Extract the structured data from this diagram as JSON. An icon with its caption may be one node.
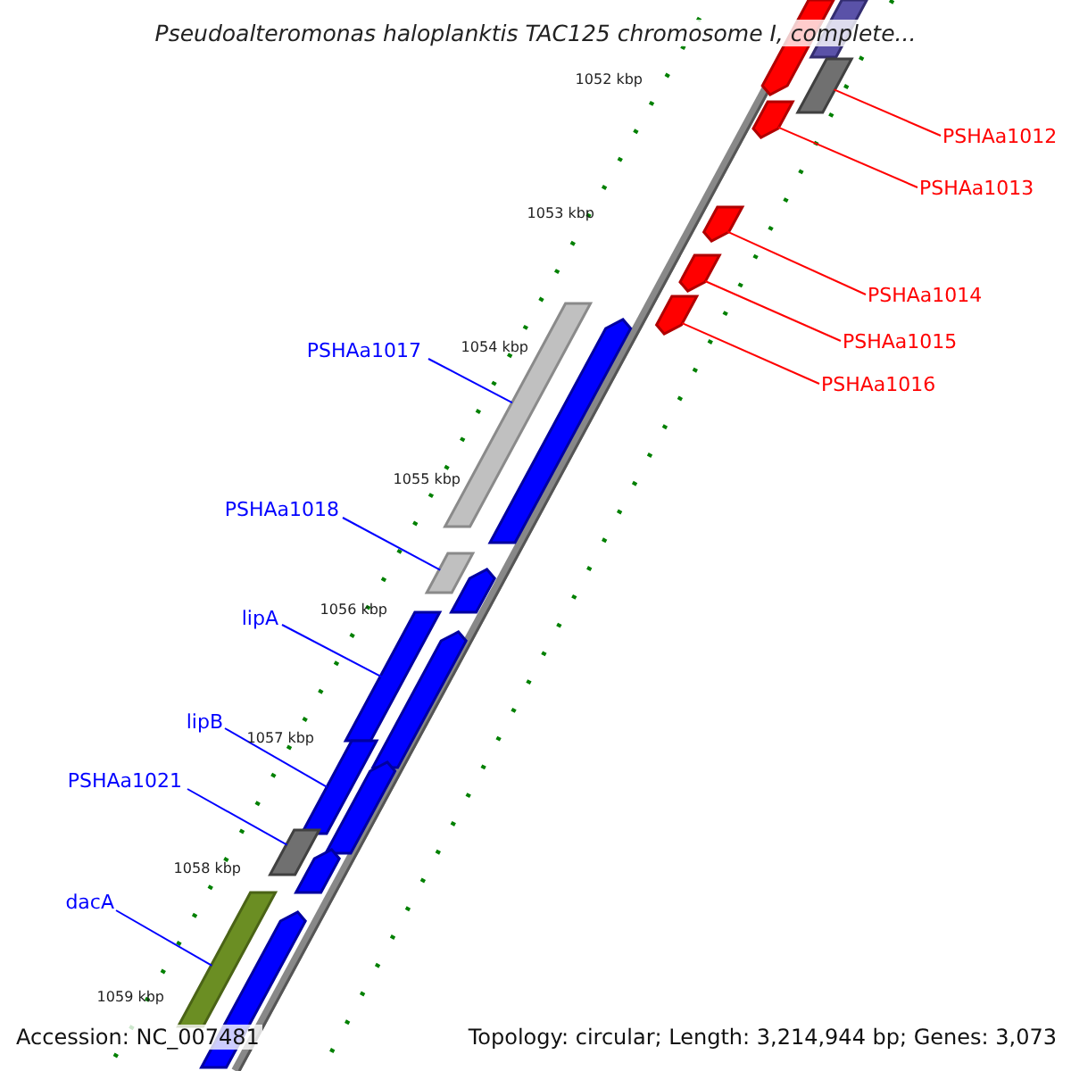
{
  "diagram": {
    "title": "Pseudoalteromonas haloplanktis TAC125 chromosome I, complete...",
    "nodes": [
      {
        "text": [
          "PSHAa1012"
        ]
      },
      {
        "text": [
          "PSHAa1013"
        ]
      },
      {
        "text": [
          "PSHAa1014"
        ]
      },
      {
        "text": [
          "PSHAa1015"
        ]
      },
      {
        "text": [
          "PSHAa1017"
        ]
      },
      {
        "text": [
          "PSHAa1016"
        ]
      },
      {
        "text": [
          "PSHAa1018"
        ]
      },
      {
        "text": [
          "lipA"
        ]
      },
      {
        "text": [
          "lipB"
        ]
      },
      {
        "text": [
          "PSHAa1021"
        ]
      },
      {
        "text": [
          "dacA"
        ]
      },
      {
        "text": [],
        "shape": "bar"
      },
      {
        "text": [],
        "shape": "bar"
      },
      {
        "text": [],
        "shape": "bar"
      },
      {
        "text": [],
        "shape": "bar"
      },
      {
        "text": [],
        "shape": "bar"
      },
      {
        "text": [],
        "shape": "bar"
      },
      {
        "text": [],
        "shape": "bar"
      },
      {
        "text": [],
        "shape": "bar"
      },
      {
        "text": [],
        "shape": "bar"
      },
      {
        "text": [],
        "shape": "bar"
      },
      {
        "text": [],
        "shape": "bar"
      },
      {
        "text": [],
        "shape": "bar"
      },
      {
        "text": [],
        "shape": "bar"
      },
      {
        "text": [],
        "shape": "bar"
      },
      {
        "text": [],
        "shape": "bar"
      },
      {
        "text": [],
        "shape": "bar"
      },
      {
        "text": [],
        "shape": "bar"
      },
      {
        "text": [],
        "shape": "bar"
      },
      {
        "text": [],
        "shape": "bar"
      }
    ],
    "edges": [
      {
        "from": 0,
        "to": 13,
        "arrow": "none",
        "color": "#ff0000"
      },
      {
        "from": 1,
        "to": 14,
        "arrow": "none",
        "color": "#ff0000"
      },
      {
        "from": 2,
        "to": 15,
        "arrow": "none",
        "color": "#ff0000"
      },
      {
        "from": 3,
        "to": 16,
        "arrow": "none",
        "color": "#ff0000"
      },
      {
        "from": 4,
        "to": 18,
        "arrow": "none"
      },
      {
        "from": 5,
        "to": 17,
        "arrow": "none",
        "color": "#ff0000"
      },
      {
        "from": 6,
        "to": 20,
        "arrow": "none"
      },
      {
        "from": 7,
        "to": 22,
        "arrow": "none"
      },
      {
        "from": 8,
        "to": 24,
        "arrow": "none"
      },
      {
        "from": 9,
        "to": 26,
        "arrow": "none"
      },
      {
        "from": 10,
        "to": 28,
        "arrow": "none"
      }
    ],
    "labels": [
      "1052 kbp",
      "1053 kbp",
      "1054 kbp",
      "1055 kbp",
      "1056 kbp",
      "1057 kbp",
      "1058 kbp",
      "1059 kbp",
      "Accession: NC_007481",
      "Topology: circular; Length: 3,214,944 bp; Genes: 3,073"
    ]
  }
}
